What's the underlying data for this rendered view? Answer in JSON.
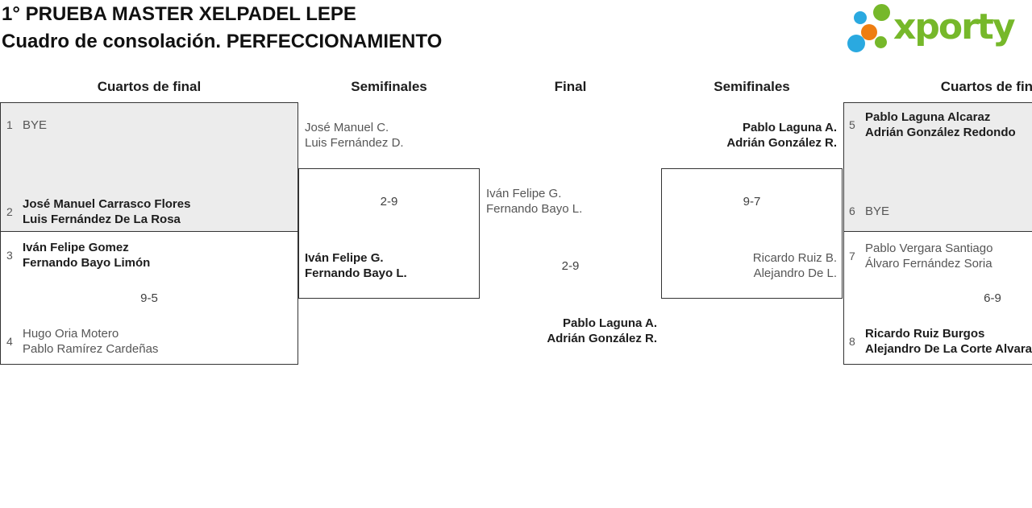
{
  "header": {
    "title_line1": "1° PRUEBA MASTER XELPADEL LEPE",
    "title_line2": "Cuadro de consolación. PERFECCIONAMIENTO"
  },
  "logo": {
    "wordmark": "xporty"
  },
  "colors": {
    "logo-green": "#76b82a",
    "logo-blue": "#2aa9e0",
    "logo-orange": "#ee7d11",
    "bye-bg": "#ececec",
    "box-border": "#333333",
    "winner-text": "#1d1d1d",
    "muted-text": "#565656"
  },
  "rounds": {
    "qf_left": "Cuartos de final",
    "sf_left": "Semifinales",
    "final": "Final",
    "sf_right": "Semifinales",
    "qf_right": "Cuartos de final"
  },
  "matches": {
    "qf_left_1": {
      "top_seed": "1",
      "top_lines": [
        "BYE"
      ],
      "bottom_seed": "2",
      "bottom_lines": [
        "José Manuel Carrasco Flores",
        "Luis Fernández De La Rosa"
      ],
      "score": ""
    },
    "qf_left_2": {
      "top_seed": "3",
      "top_lines": [
        "Iván Felipe Gomez",
        "Fernando Bayo Limón"
      ],
      "bottom_seed": "4",
      "bottom_lines": [
        "Hugo Oria Motero",
        "Pablo Ramírez Cardeñas"
      ],
      "score": "9-5"
    },
    "sf_left": {
      "top_lines": [
        "José Manuel C.",
        "Luis Fernández D."
      ],
      "bottom_lines": [
        "Iván Felipe G.",
        "Fernando Bayo L."
      ],
      "score": "2-9"
    },
    "final": {
      "top_lines": [
        "Iván Felipe G.",
        "Fernando Bayo L."
      ],
      "bottom_lines": [
        "Pablo Laguna A.",
        "Adrián González R."
      ],
      "score": "2-9"
    },
    "sf_right": {
      "top_lines": [
        "Pablo Laguna A.",
        "Adrián González R."
      ],
      "bottom_lines": [
        "Ricardo Ruiz B.",
        "Alejandro De L."
      ],
      "score": "9-7"
    },
    "qf_right_1": {
      "top_seed": "5",
      "top_lines": [
        "Pablo Laguna Alcaraz",
        "Adrián González Redondo"
      ],
      "bottom_seed": "6",
      "bottom_lines": [
        "BYE"
      ],
      "score": ""
    },
    "qf_right_2": {
      "top_seed": "7",
      "top_lines": [
        "Pablo Vergara Santiago",
        "Álvaro Fernández Soria"
      ],
      "bottom_seed": "8",
      "bottom_lines": [
        "Ricardo Ruiz Burgos",
        "Alejandro De La Corte Alvarado"
      ],
      "score": "6-9"
    }
  }
}
